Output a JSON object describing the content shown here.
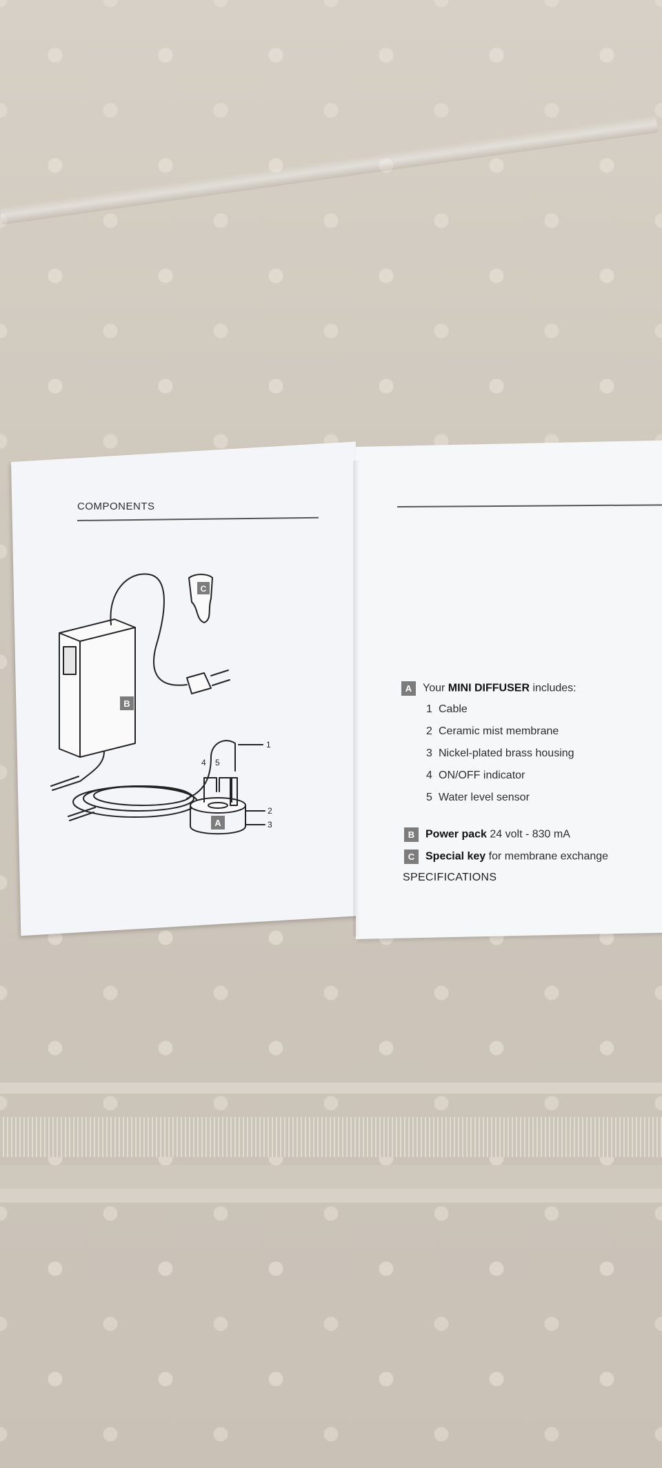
{
  "left_page": {
    "title": "COMPONENTS",
    "callouts": {
      "label_b": "B",
      "label_c": "C",
      "label_a": "A",
      "n1": "1",
      "n2": "2",
      "n3": "3",
      "n4": "4",
      "n5": "5"
    }
  },
  "right_page": {
    "section_a": {
      "badge": "A",
      "prefix": "Your ",
      "bold": "MINI DIFFUSER",
      "suffix": " includes:"
    },
    "items": [
      {
        "num": "1",
        "text": "Cable"
      },
      {
        "num": "2",
        "text": "Ceramic mist membrane"
      },
      {
        "num": "3",
        "text": "Nickel-plated brass housing"
      },
      {
        "num": "4",
        "text": "ON/OFF indicator"
      },
      {
        "num": "5",
        "text": "Water level sensor"
      }
    ],
    "section_b": {
      "badge": "B",
      "bold": "Power pack",
      "rest": " 24 volt - 830 mA"
    },
    "section_c": {
      "badge": "C",
      "bold": "Special key",
      "rest": " for membrane exchange"
    },
    "specs_heading": "SPECIFICATIONS"
  }
}
